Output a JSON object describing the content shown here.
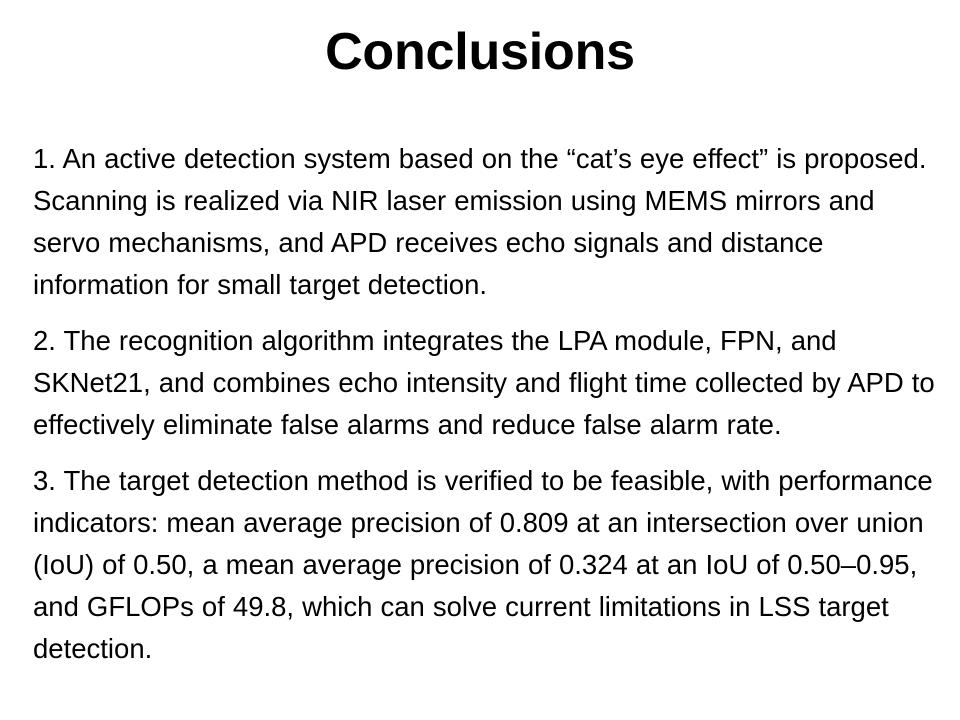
{
  "slide": {
    "title": "Conclusions",
    "background_color": "#ffffff",
    "text_color": "#000000",
    "paragraphs": [
      {
        "number": "1.",
        "text": "1. An active detection system based on the “cat’s eye effect” is proposed. Scanning is realized via NIR laser emission using MEMS mirrors and servo mechanisms, and APD receives echo signals and distance information for small target detection."
      },
      {
        "number": "2.",
        "text": "2. The recognition algorithm integrates the LPA module, FPN, and SKNet21, and combines echo intensity and flight time collected by APD to effectively eliminate false alarms and reduce false alarm rate."
      },
      {
        "number": "3.",
        "text": "3. The target detection method is verified to be feasible, with performance indicators: mean average precision of 0.809 at an intersection over union (IoU) of 0.50, a mean average precision of 0.324 at an IoU of 0.50–0.95, and GFLOPs of 49.8, which can solve current limitations in LSS target detection."
      }
    ],
    "metrics": {
      "mean_average_precision_iou_50": "0.809",
      "iou_50": "0.50",
      "mean_average_precision_iou_range": "0.324",
      "iou_range": "0.50–0.95",
      "gflops": "49.8"
    }
  }
}
